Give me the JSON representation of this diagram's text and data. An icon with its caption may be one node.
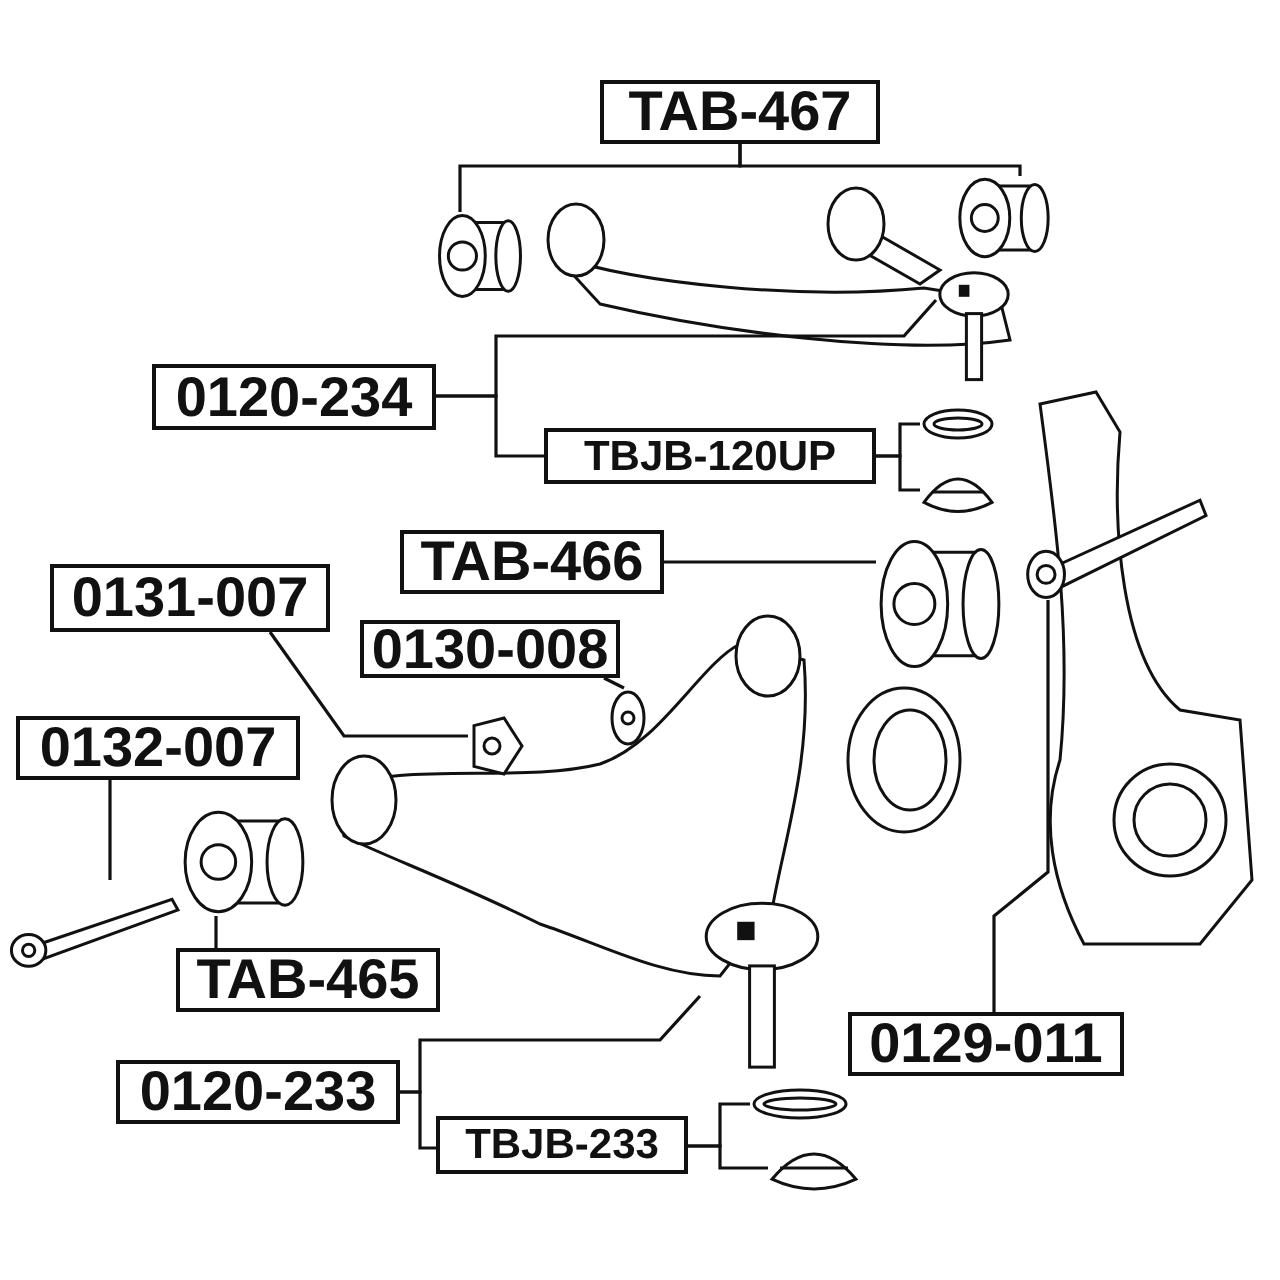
{
  "diagram": {
    "nodes": [
      {
        "text": [
          "TAB-467"
        ]
      },
      {
        "text": [
          "0120-234"
        ]
      },
      {
        "text": [
          "TBJB-120UP"
        ]
      },
      {
        "text": [
          "TAB-466"
        ]
      },
      {
        "text": [
          "0131-007"
        ]
      },
      {
        "text": [
          "0130-008"
        ]
      },
      {
        "text": [
          "0132-007"
        ]
      },
      {
        "text": [
          "TAB-465"
        ]
      },
      {
        "text": [
          "0129-011"
        ]
      },
      {
        "text": [
          "0120-233"
        ]
      },
      {
        "text": [
          "TBJB-233"
        ]
      },
      {
        "text": [],
        "shape": "picture"
      },
      {
        "text": [],
        "shape": "picture"
      },
      {
        "text": [],
        "shape": "picture"
      },
      {
        "text": [],
        "shape": "picture"
      },
      {
        "text": [],
        "shape": "picture"
      },
      {
        "text": [],
        "shape": "picture"
      },
      {
        "text": [],
        "shape": "picture"
      },
      {
        "text": [],
        "shape": "picture"
      },
      {
        "text": [],
        "shape": "picture"
      },
      {
        "text": [],
        "shape": "picture"
      },
      {
        "text": [],
        "shape": "picture"
      },
      {
        "text": [],
        "shape": "picture"
      },
      {
        "text": [],
        "shape": "picture"
      },
      {
        "text": [],
        "shape": "picture"
      }
    ],
    "edges": [
      {
        "from": 0,
        "to": 11,
        "arrow": "none"
      },
      {
        "from": 0,
        "to": 12,
        "arrow": "none"
      },
      {
        "from": 1,
        "to": 13,
        "arrow": "none"
      },
      {
        "from": 1,
        "to": 2,
        "arrow": "none"
      },
      {
        "from": 2,
        "to": 14,
        "arrow": "none"
      },
      {
        "from": 2,
        "to": 15,
        "arrow": "none"
      },
      {
        "from": 3,
        "to": 16,
        "arrow": "none"
      },
      {
        "from": 4,
        "to": 19,
        "arrow": "none"
      },
      {
        "from": 5,
        "to": 18,
        "arrow": "none"
      },
      {
        "from": 6,
        "to": 20,
        "arrow": "none"
      },
      {
        "from": 7,
        "to": 21,
        "arrow": "none"
      },
      {
        "from": 8,
        "to": 17,
        "arrow": "none"
      },
      {
        "from": 9,
        "to": 22,
        "arrow": "none"
      },
      {
        "from": 9,
        "to": 10,
        "arrow": "none"
      },
      {
        "from": 10,
        "to": 23,
        "arrow": "none"
      },
      {
        "from": 10,
        "to": 24,
        "arrow": "none"
      }
    ]
  }
}
